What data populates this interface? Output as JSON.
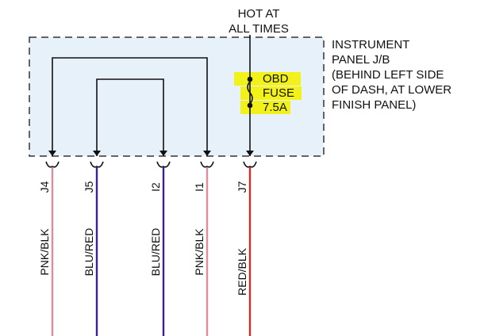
{
  "source": {
    "line1": "HOT AT",
    "line2": "ALL TIMES"
  },
  "junction_box": {
    "line1": "INSTRUMENT",
    "line2": "PANEL J/B",
    "line3": "(BEHIND LEFT SIDE",
    "line4": "OF DASH, AT LOWER",
    "line5": "FINISH PANEL)"
  },
  "fuse": {
    "line1": "OBD",
    "line2": "FUSE",
    "line3": "7.5A",
    "highlight_color": "#f2f21a"
  },
  "connectors": [
    {
      "pin": "J4",
      "wire": "PNK/BLK",
      "wire_color": "#d98f9c"
    },
    {
      "pin": "J5",
      "wire": "BLU/RED",
      "wire_color": "#3d1f9e"
    },
    {
      "pin": "I2",
      "wire": "BLU/RED",
      "wire_color": "#3d1f9e"
    },
    {
      "pin": "I1",
      "wire": "PNK/BLK",
      "wire_color": "#d98f9c"
    },
    {
      "pin": "J7",
      "wire": "RED/BLK",
      "wire_color": "#d42a2a"
    }
  ],
  "colors": {
    "box_fill": "#e6f1fa",
    "box_border": "#333333",
    "line": "#111111"
  }
}
